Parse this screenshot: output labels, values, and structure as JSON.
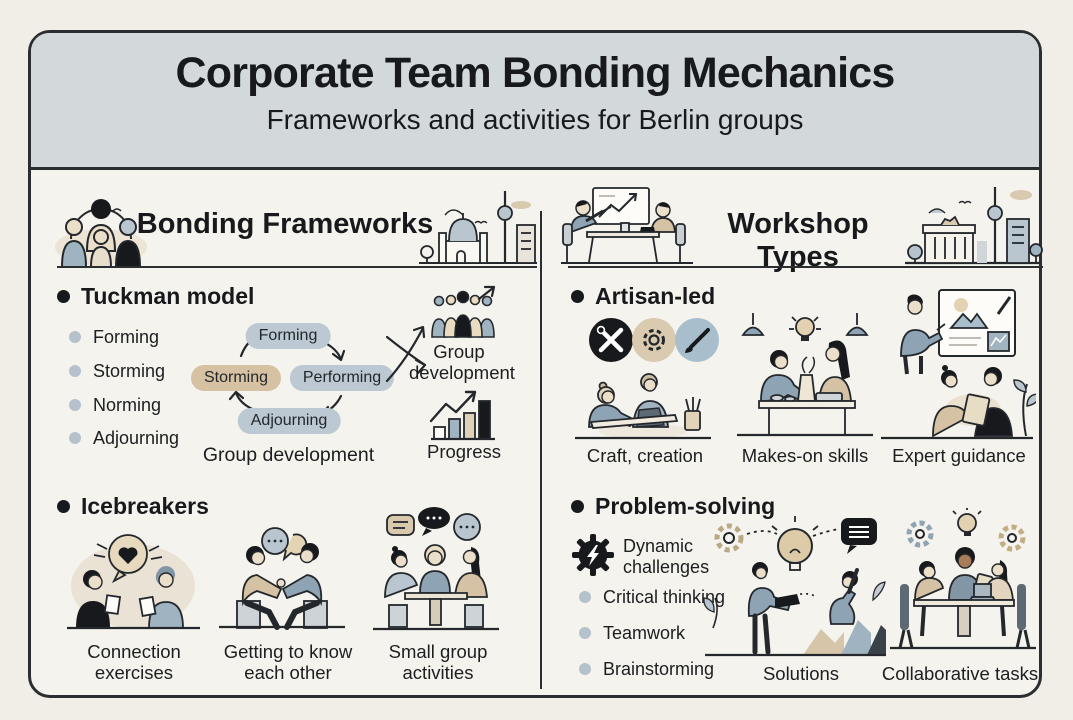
{
  "header": {
    "title": "Corporate Team Bonding Mechanics",
    "subtitle": "Frameworks and activities for Berlin groups"
  },
  "left_column": {
    "title": "Bonding Frameworks",
    "tuckman": {
      "heading": "Tuckman model",
      "stages": [
        "Forming",
        "Storming",
        "Norming",
        "Adjourning"
      ],
      "cycle": {
        "top": "Forming",
        "right": "Performing",
        "bottom": "Adjourning",
        "left": "Storming",
        "caption": "Group development"
      },
      "outcomes": {
        "group": "Group development",
        "progress": "Progress"
      }
    },
    "icebreakers": {
      "heading": "Icebreakers",
      "captions": [
        "Connection exercises",
        "Getting to know each other",
        "Small group activities"
      ]
    }
  },
  "right_column": {
    "title": "Workshop Types",
    "artisan": {
      "heading": "Artisan-led",
      "captions": [
        "Craft, creation",
        "Makes-on skills",
        "Expert guidance"
      ]
    },
    "problem_solving": {
      "heading": "Problem-solving",
      "feature": "Dynamic challenges",
      "bullets": [
        "Critical thinking",
        "Teamwork",
        "Brainstorming"
      ],
      "captions": [
        "Solutions",
        "Collaborative tasks"
      ]
    }
  },
  "icons": {
    "artisan_badges": [
      "tools-icon",
      "gear-icon",
      "paintbrush-icon"
    ],
    "problem_feature": "gear-lightning-icon",
    "outcome_icons": [
      "people-group-icon",
      "bar-chart-icon"
    ]
  },
  "colors": {
    "page_bg": "#f0eee7",
    "card_bg": "#f5f3ed",
    "header_bg": "#d3d8db",
    "ink": "#24282c",
    "pill_blue": "#bcc9d2",
    "pill_tan": "#d6c2a2",
    "bullet_gray": "#b5c2cb",
    "accent_blue": "#9fb3c1",
    "accent_tan": "#d8c4a4"
  }
}
